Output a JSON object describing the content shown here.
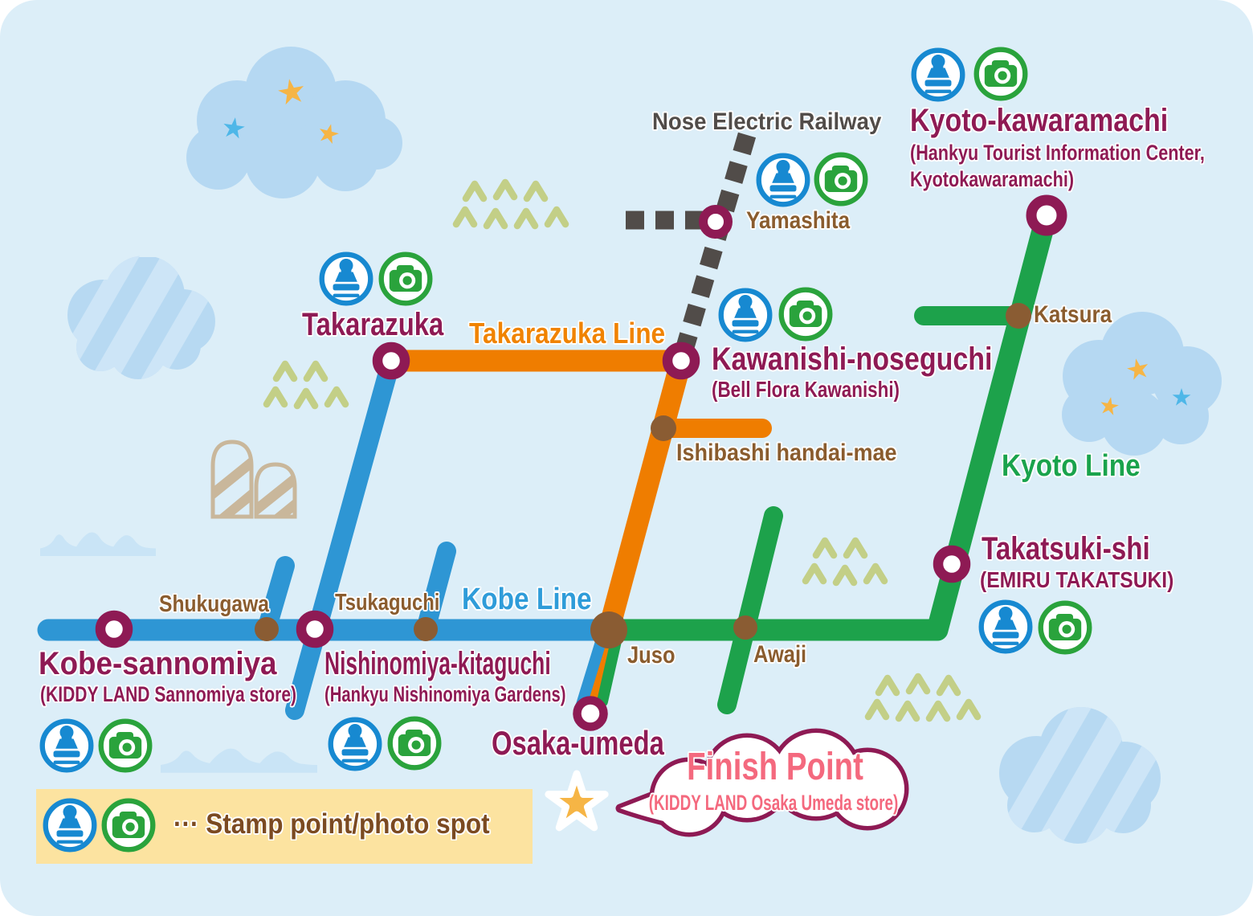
{
  "colors": {
    "background": "#dceef8",
    "kobe_line": "#2e96d4",
    "takarazuka_line": "#ef7d00",
    "kyoto_line": "#1da24b",
    "nose_railway": "#514c49",
    "station_ring": "#8e1a54",
    "minor_station_dot": "#8a5c33",
    "major_label": "#8e1a54",
    "minor_label": "#8a5c2e",
    "finish_pink": "#f4697e",
    "legend_background": "#fce3a0",
    "star_yellow": "#f6b545",
    "stamp_blue": "#1789d1",
    "camera_green": "#2aa33c"
  },
  "lines": {
    "kobe": {
      "name": "Kobe Line",
      "color": "#2e96d4"
    },
    "takarazuka": {
      "name": "Takarazuka Line",
      "color": "#ef7d00"
    },
    "kyoto": {
      "name": "Kyoto Line",
      "color": "#1da24b"
    },
    "nose": {
      "name": "Nose Electric Railway",
      "color": "#514c49"
    }
  },
  "stations": {
    "kyoto_kawaramachi": {
      "name": "Kyoto-kawaramachi",
      "sub1": "(Hankyu Tourist Information Center,",
      "sub2": "Kyotokawaramachi)",
      "stamp_point": true,
      "photo_spot": true
    },
    "yamashita": {
      "name": "Yamashita",
      "stamp_point": true,
      "photo_spot": true
    },
    "takarazuka": {
      "name": "Takarazuka",
      "stamp_point": true,
      "photo_spot": true
    },
    "kawanishi_noseguchi": {
      "name": "Kawanishi-noseguchi",
      "sub": "(Bell Flora Kawanishi)",
      "stamp_point": true,
      "photo_spot": true
    },
    "ishibashi_handai_mae": {
      "name": "Ishibashi handai-mae"
    },
    "katsura": {
      "name": "Katsura"
    },
    "takatsuki_shi": {
      "name": "Takatsuki-shi",
      "sub": "(EMIRU TAKATSUKI)",
      "stamp_point": true,
      "photo_spot": true
    },
    "shukugawa": {
      "name": "Shukugawa"
    },
    "tsukaguchi": {
      "name": "Tsukaguchi"
    },
    "kobe_sannomiya": {
      "name": "Kobe-sannomiya",
      "sub": "(KIDDY LAND Sannomiya store)",
      "stamp_point": true,
      "photo_spot": true
    },
    "nishinomiya_kitaguchi": {
      "name": "Nishinomiya-kitaguchi",
      "sub": "(Hankyu Nishinomiya Gardens)",
      "stamp_point": true,
      "photo_spot": true
    },
    "juso": {
      "name": "Juso"
    },
    "awaji": {
      "name": "Awaji"
    },
    "osaka_umeda": {
      "name": "Osaka-umeda"
    }
  },
  "legend": {
    "label": "··· Stamp point/photo spot"
  },
  "finish_point": {
    "title": "Finish Point",
    "subtitle": "(KIDDY LAND Osaka Umeda store)"
  }
}
